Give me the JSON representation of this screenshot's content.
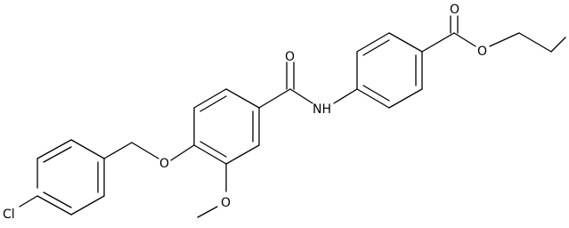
{
  "atom_labels": {
    "cl": "Cl",
    "o_ether": "O",
    "o_methoxy": "O",
    "o_amide": "O",
    "nh": "NH",
    "o_ester_carbonyl": "O",
    "o_ester": "O"
  },
  "colors": {
    "ink": "#000000",
    "background": "#ffffff"
  }
}
